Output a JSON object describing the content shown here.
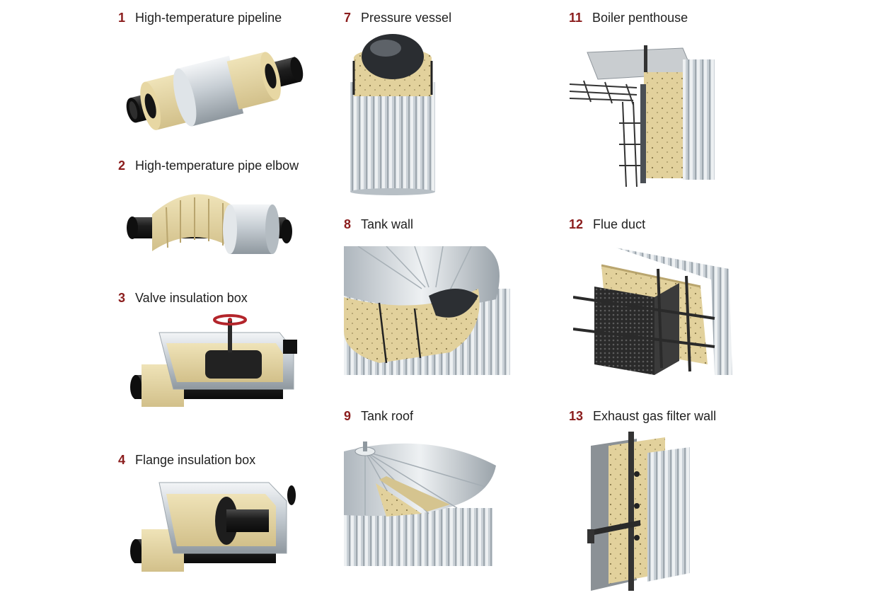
{
  "colors": {
    "number": "#8b1d1d",
    "text": "#1f1f1f",
    "insulation": "#e6d7a6",
    "pipe": "#1b1b1b",
    "cladding": "#cfd6dc"
  },
  "items": [
    {
      "number": "1",
      "label": "High-temperature pipeline",
      "illustration": "pipe-insulation-icon"
    },
    {
      "number": "2",
      "label": "High-temperature pipe elbow",
      "illustration": "pipe-elbow-icon"
    },
    {
      "number": "3",
      "label": "Valve insulation box",
      "illustration": "valve-box-icon"
    },
    {
      "number": "4",
      "label": "Flange insulation box",
      "illustration": "flange-box-icon"
    },
    {
      "number": "7",
      "label": "Pressure vessel",
      "illustration": "pressure-vessel-icon"
    },
    {
      "number": "8",
      "label": "Tank wall",
      "illustration": "tank-wall-icon"
    },
    {
      "number": "9",
      "label": "Tank roof",
      "illustration": "tank-roof-icon"
    },
    {
      "number": "11",
      "label": "Boiler penthouse",
      "illustration": "boiler-penthouse-icon"
    },
    {
      "number": "12",
      "label": "Flue duct",
      "illustration": "flue-duct-icon"
    },
    {
      "number": "13",
      "label": "Exhaust gas filter wall",
      "illustration": "filter-wall-icon"
    }
  ]
}
